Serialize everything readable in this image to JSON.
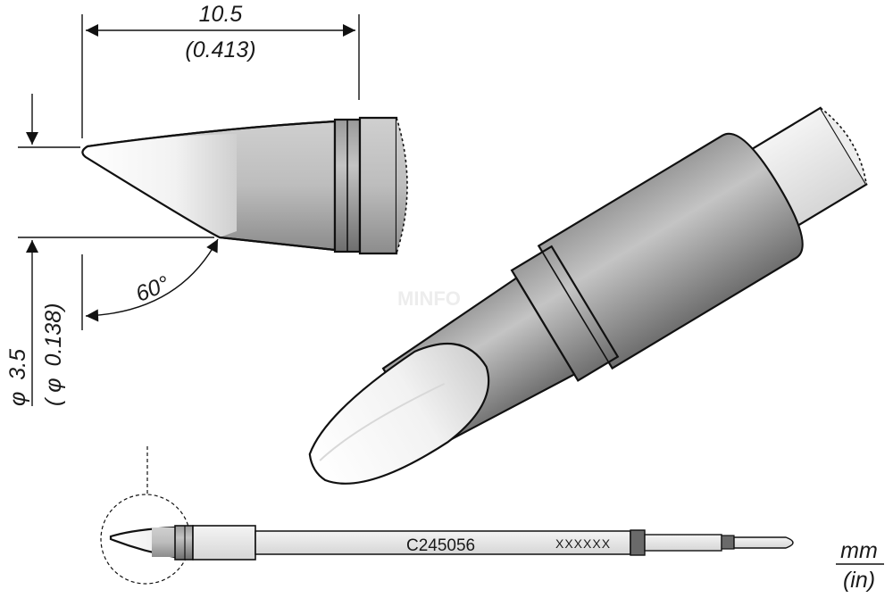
{
  "dimensions": {
    "length_mm": "10.5",
    "length_in": "(0.413)",
    "diameter_mm": "3.5",
    "diameter_in": "(",
    "diameter_in_value": "0.138)",
    "diameter_symbol": "φ",
    "angle": "60°"
  },
  "part": {
    "code": "C245056",
    "marking": "XXXXXX"
  },
  "units": {
    "metric": "mm",
    "imperial": "(in)"
  },
  "watermark": "MINFO"
}
